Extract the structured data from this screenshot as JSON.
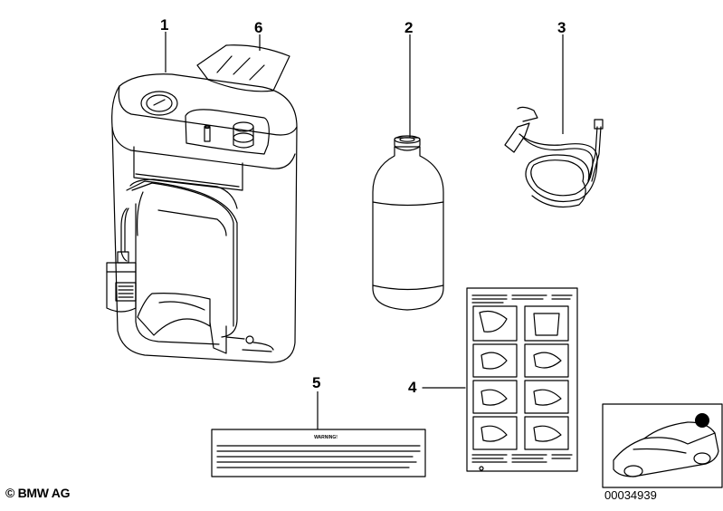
{
  "callouts": {
    "c1": "1",
    "c2": "2",
    "c3": "3",
    "c4": "4",
    "c5": "5",
    "c6": "6"
  },
  "warning_label": "WARNING!",
  "copyright": "© BMW AG",
  "image_number": "00034939",
  "colors": {
    "line": "#000000",
    "background": "#ffffff",
    "marker": "#000000"
  }
}
